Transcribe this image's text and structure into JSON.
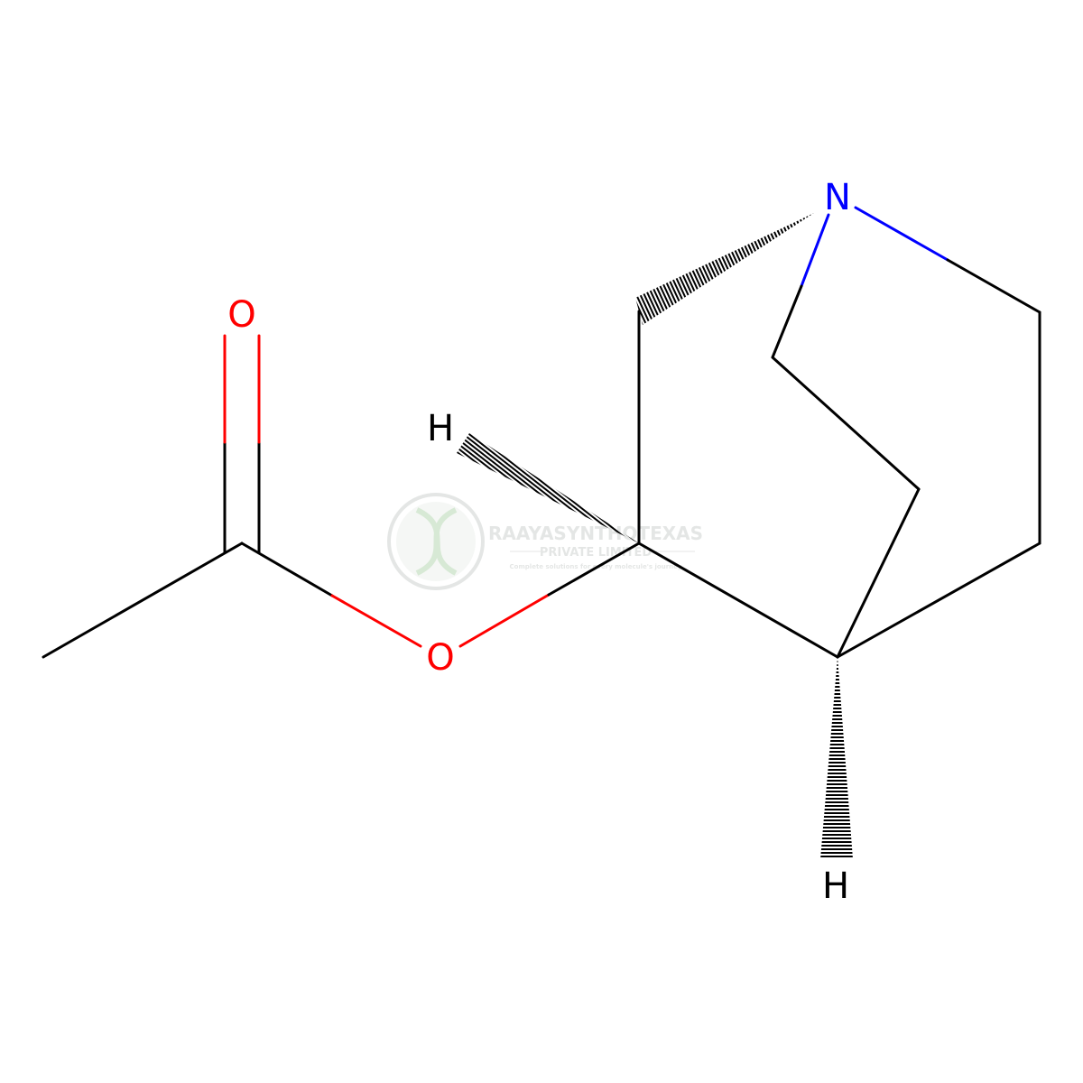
{
  "molecule": {
    "atoms": {
      "n1": {
        "symbol": "N",
        "color": "#0000ff"
      },
      "o_carbonyl": {
        "symbol": "O",
        "color": "#ff0000"
      },
      "o_ester": {
        "symbol": "O",
        "color": "#ff0000"
      },
      "h_upper": {
        "symbol": "H",
        "color": "#000000"
      },
      "h_lower": {
        "symbol": "H",
        "color": "#000000"
      }
    },
    "bond_color": "#000000"
  },
  "watermark": {
    "company": "RAAYASYNTHOTEXAS",
    "line2": "PRIVATE LIMITED",
    "tagline": "Complete solutions for every molecule's journey",
    "color": "#cfd3d0"
  }
}
